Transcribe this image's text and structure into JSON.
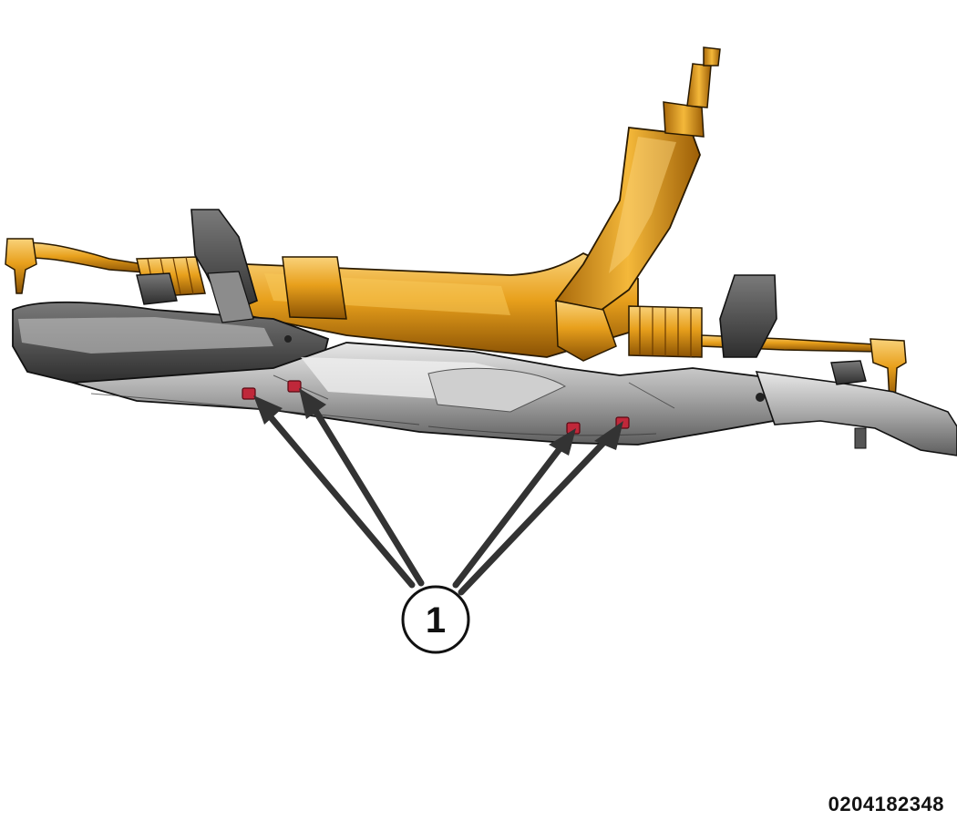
{
  "callout": {
    "label": "1"
  },
  "figure": {
    "number": "0204182348"
  },
  "colors": {
    "rack": "#e8a01c",
    "rack_dark": "#b06a06",
    "rack_light": "#f7c85a",
    "crossmember": "#9a9a9a",
    "crossmember_dark": "#4a4a4a",
    "bracket": "#555555",
    "fastener": "#c0283a",
    "arrow": "#333333"
  },
  "icons": [
    "fastener-marker",
    "callout-arrow"
  ]
}
